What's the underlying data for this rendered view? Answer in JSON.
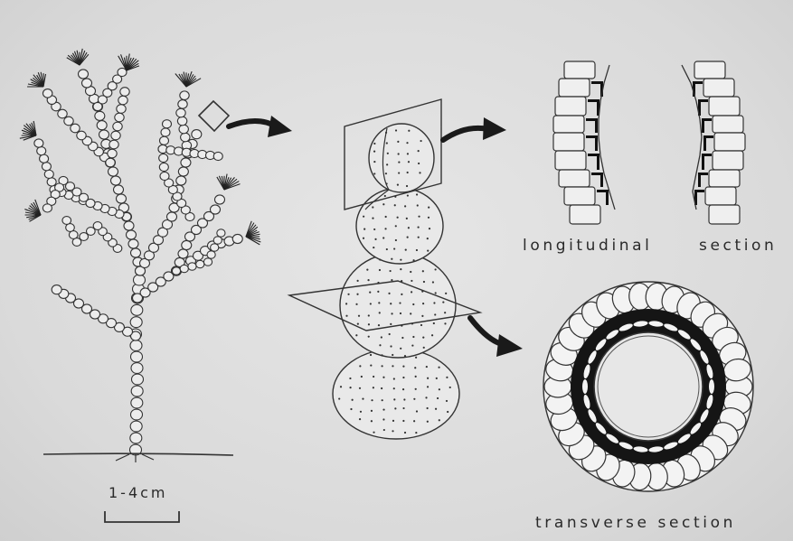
{
  "labels": {
    "scale": "1-4cm",
    "longitudinal_word": "longitudinal",
    "section_word": "section",
    "transverse": "transverse section"
  }
}
